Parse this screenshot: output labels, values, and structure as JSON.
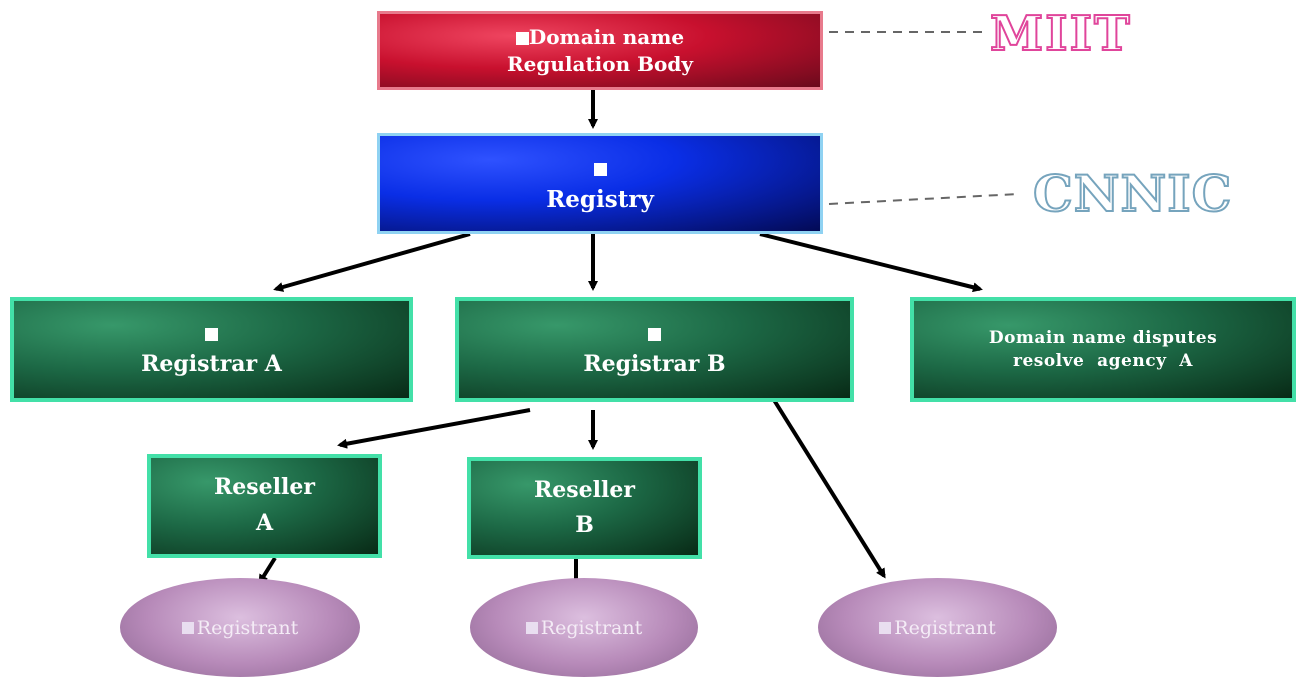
{
  "nodes": {
    "miit": {
      "marker": "■",
      "line1": "Domain name",
      "line2": "Regulation Body"
    },
    "registry": {
      "marker": "■",
      "label": "Registry"
    },
    "registrar_a": {
      "marker": "■",
      "label": "Registrar A"
    },
    "registrar_b": {
      "marker": "■",
      "label": "Registrar B"
    },
    "dispute_agency": {
      "line1": "Domain name disputes",
      "line2": "resolve  agency  A"
    },
    "reseller_a": {
      "line1": "Reseller",
      "line2": "A"
    },
    "reseller_b": {
      "line1": "Reseller",
      "line2": "B"
    },
    "registrants": [
      {
        "label": "Registrant"
      },
      {
        "label": "Registrant"
      },
      {
        "label": "Registrant"
      }
    ]
  },
  "side_labels": {
    "miit": "MIIT",
    "cnnic": "CNNIC"
  },
  "edges": [
    {
      "from": "miit",
      "to": "registry",
      "style": "arrow"
    },
    {
      "from": "registry",
      "to": "registrar_a",
      "style": "arrow"
    },
    {
      "from": "registry",
      "to": "registrar_b",
      "style": "arrow"
    },
    {
      "from": "registry",
      "to": "dispute_agency",
      "style": "arrow"
    },
    {
      "from": "registrar_b",
      "to": "reseller_a",
      "style": "arrow"
    },
    {
      "from": "registrar_b",
      "to": "reseller_b",
      "style": "arrow"
    },
    {
      "from": "registrar_b",
      "to": "registrant_3",
      "style": "arrow"
    },
    {
      "from": "reseller_a",
      "to": "registrant_1",
      "style": "arrow"
    },
    {
      "from": "reseller_b",
      "to": "registrant_2",
      "style": "arrow"
    },
    {
      "from": "miit",
      "to": "label_miit",
      "style": "dashed"
    },
    {
      "from": "registry",
      "to": "label_cnnic",
      "style": "dashed"
    }
  ],
  "colors": {
    "regulator": "#c8102e",
    "registry": "#0a2ee6",
    "registrar": "#1c6845",
    "registrar_border": "#43e0a8",
    "registrant": "#b78ab9",
    "miit_outline": "#e0459b",
    "cnnic_outline": "#76a4bd"
  }
}
